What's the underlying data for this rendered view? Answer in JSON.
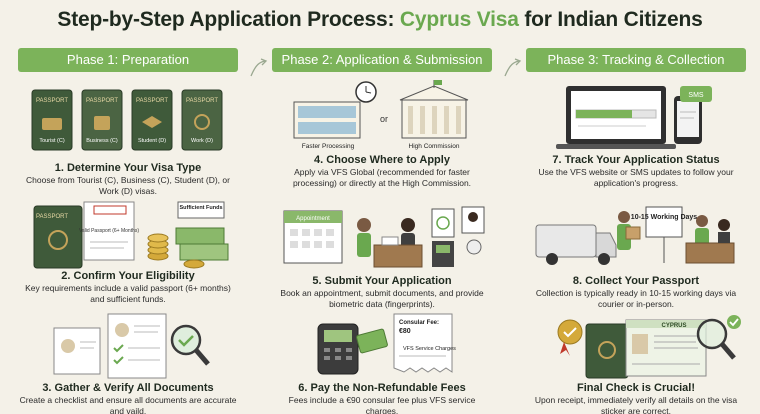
{
  "title": {
    "part1": "Step-by-Step Application Process:",
    "highlight": "Cyprus Visa",
    "part2": "for Indian Citizens"
  },
  "phases": [
    {
      "label": "Phase 1: Preparation",
      "steps": [
        {
          "title": "1. Determine Your Visa Type",
          "desc": "Choose from Tourist (C), Business (C), Student (D), or Work (D) visas.",
          "passports": [
            "PASSPORT",
            "PASSPORT",
            "PASSPORT",
            "PASSPORT"
          ],
          "passport_types": [
            "Tourist (C)",
            "Business (C)",
            "Student (D)",
            "Work (D)"
          ]
        },
        {
          "title": "2. Confirm Your Eligibility",
          "desc": "Key requirements include a valid passport (6+ months) and sufficient funds.",
          "passport_label": "PASSPORT",
          "note_label": "Valid Passport (6+ Months)",
          "funds_label": "Sufficient Funds"
        },
        {
          "title": "3. Gather & Verify All Documents",
          "desc": "Create a checklist and ensure all documents are accurate and vaild."
        }
      ]
    },
    {
      "label": "Phase 2: Application & Submission",
      "steps": [
        {
          "title": "4. Choose Where to Apply",
          "desc": "Apply via VFS Global (recommended for faster processing) or directly at the High Commission.",
          "left_label": "Faster Processing",
          "or_label": "or",
          "right_label": "High Commission"
        },
        {
          "title": "5. Submit Your Application",
          "desc": "Book an appointment, submit documents, and provide biometric data (fingerprints).",
          "calendar_label": "Appointment"
        },
        {
          "title": "6. Pay the Non-Refundable Fees",
          "desc": "Fees include a €90 consular fee plus VFS service charges.",
          "receipt_fee_label": "Consular Fee:",
          "receipt_fee_value": "€80",
          "receipt_service_label": "VFS Service Charges"
        }
      ]
    },
    {
      "label": "Phase 3: Tracking & Collection",
      "steps": [
        {
          "title": "7. Track Your Application Status",
          "desc": "Use the VFS website or SMS updates to follow your application's progress.",
          "sms_label": "SMS"
        },
        {
          "title": "8. Collect Your Passport",
          "desc": "Collection is typically ready in 10-15 working days via courier or in-person.",
          "sign_label": "10-15 Working Days"
        },
        {
          "title": "Final Check is Crucial!",
          "desc": "Upon receipt, immediately verify all details on the visa sticker are correct.",
          "sticker_label": "CYPRUS"
        }
      ]
    }
  ],
  "colors": {
    "accent": "#7cb35a",
    "highlight": "#6aa84f",
    "passport": "#3f5a3a",
    "background": "#f4f1e8"
  }
}
